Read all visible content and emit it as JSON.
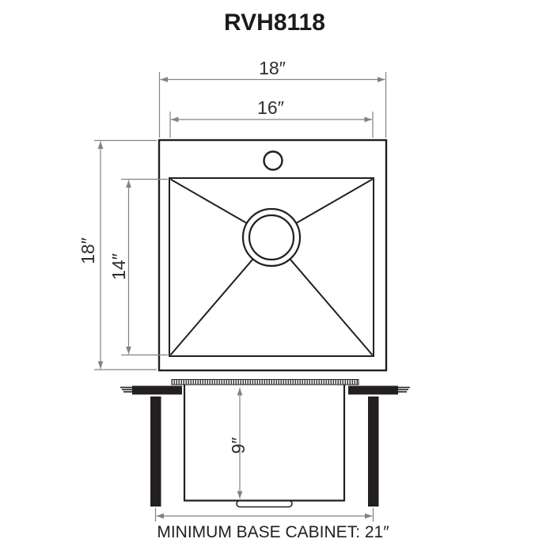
{
  "title": "RVH8118",
  "colors": {
    "object_line": "#231f20",
    "dimension_line": "#808285",
    "background": "#ffffff"
  },
  "dimensions": {
    "overall_width": "18″",
    "overall_depth": "18″",
    "bowl_width": "16″",
    "bowl_depth": "14″",
    "bowl_height": "9″"
  },
  "footer": {
    "label": "MINIMUM BASE CABINET: 21″"
  }
}
